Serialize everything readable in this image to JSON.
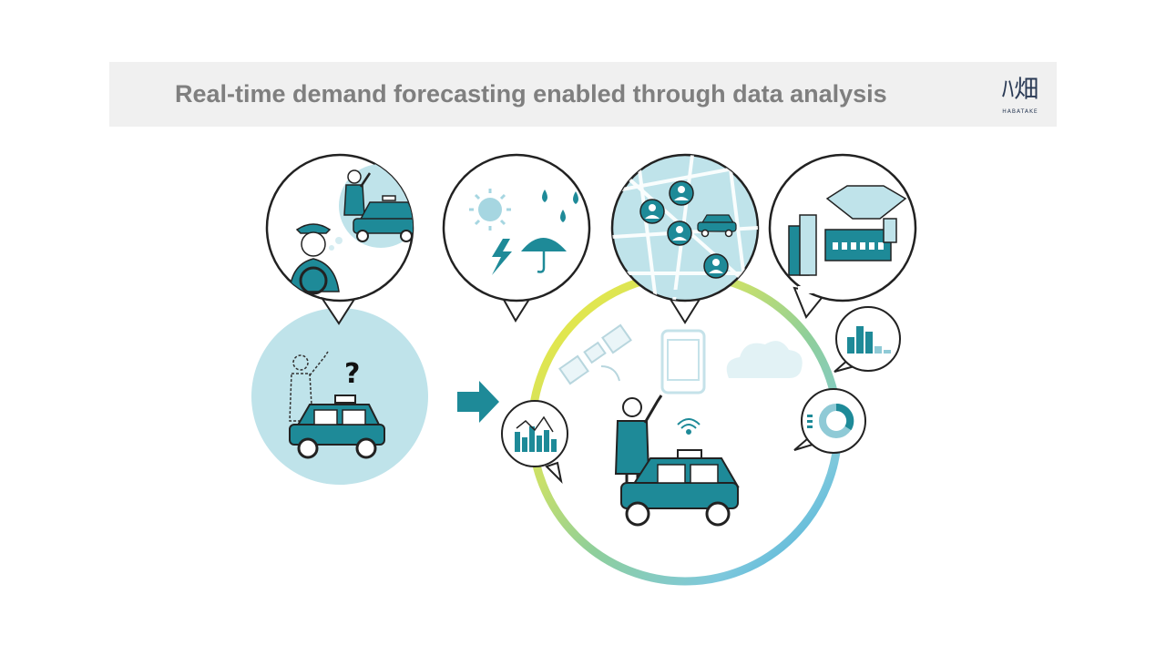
{
  "header": {
    "title": "Real-time demand forecasting enabled through data analysis",
    "logo_mark": "ﾊ畑",
    "logo_sub": "HABATAKE"
  },
  "colors": {
    "teal": "#1e8a98",
    "light_teal": "#bfe3ea",
    "title_gray": "#7f7f7f",
    "ring_blue": "#3aa9d9",
    "ring_yellow": "#f1ea3c",
    "ring_green": "#8fcf9a"
  },
  "diagram": {
    "question_mark": "?",
    "bubbles": [
      "driver-thinking-bubble",
      "weather-bubble",
      "map-bubble",
      "venue-bubble"
    ],
    "icons": [
      "driver-icon",
      "waving-passenger-icon",
      "taxi-icon",
      "sun-icon",
      "raindrops-icon",
      "umbrella-icon",
      "lightning-icon",
      "map-icon",
      "person-pin-icon",
      "building-icon",
      "stadium-icon",
      "satellite-icon",
      "smartphone-icon",
      "cloud-icon",
      "bar-chart-icon",
      "line-chart-icon",
      "donut-chart-icon",
      "arrow-right-icon"
    ]
  }
}
